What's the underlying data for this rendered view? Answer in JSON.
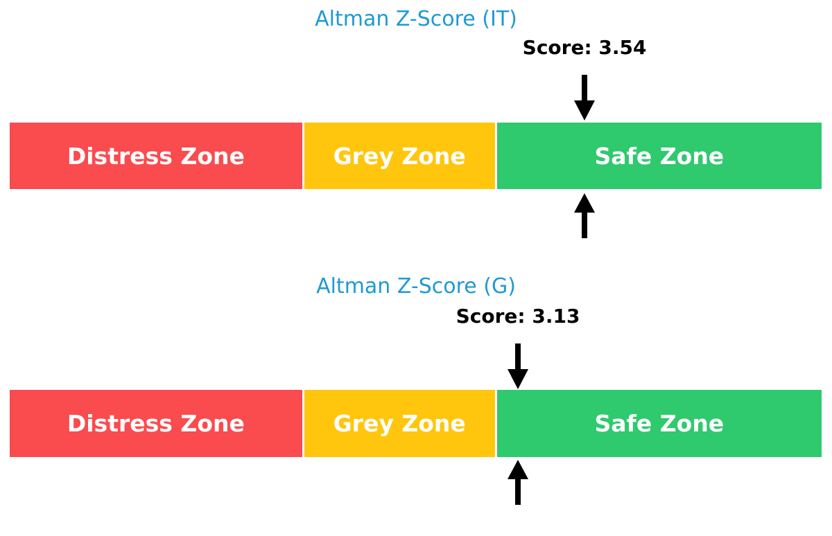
{
  "figure": {
    "background": "#FFFFFF",
    "arrow_color": "#000000",
    "zone_text_color": "#FFFFFF"
  },
  "chart_data": [
    {
      "type": "bar",
      "variant": "zone-gauge",
      "title": "Altman Z-Score (IT)",
      "title_color": "#1E9AD2",
      "score": 3.54,
      "score_label": "Score: 3.54",
      "xlim": [
        0,
        5
      ],
      "marker": "black down-arrow above bar and up-arrow below bar at score position",
      "legend_position": "none",
      "grid": false,
      "zones": [
        {
          "label": "Distress Zone",
          "from": 0,
          "to": 1.81,
          "color": "#FA4B4E"
        },
        {
          "label": "Grey Zone",
          "from": 1.81,
          "to": 2.99,
          "color": "#FFC60D"
        },
        {
          "label": "Safe Zone",
          "from": 2.99,
          "to": 5,
          "color": "#2FC96E"
        }
      ]
    },
    {
      "type": "bar",
      "variant": "zone-gauge",
      "title": "Altman Z-Score (G)",
      "title_color": "#1E9AD2",
      "score": 3.13,
      "score_label": "Score: 3.13",
      "xlim": [
        0,
        5
      ],
      "marker": "black down-arrow above bar and up-arrow below bar at score position",
      "legend_position": "none",
      "grid": false,
      "zones": [
        {
          "label": "Distress Zone",
          "from": 0,
          "to": 1.81,
          "color": "#FA4B4E"
        },
        {
          "label": "Grey Zone",
          "from": 1.81,
          "to": 2.99,
          "color": "#FFC60D"
        },
        {
          "label": "Safe Zone",
          "from": 2.99,
          "to": 5,
          "color": "#2FC96E"
        }
      ]
    }
  ]
}
